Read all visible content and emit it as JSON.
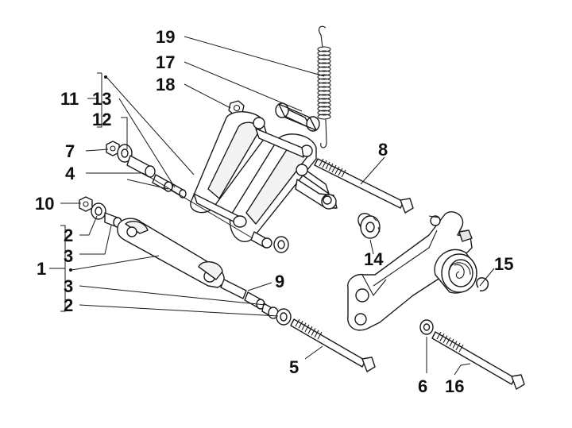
{
  "diagram": {
    "callouts": [
      "1",
      "2",
      "3",
      "4",
      "5",
      "6",
      "7",
      "8",
      "9",
      "10",
      "11",
      "12",
      "13",
      "14",
      "15",
      "16",
      "17",
      "18",
      "19"
    ],
    "group_left_1": [
      "2",
      "3",
      "3",
      "2"
    ],
    "group_left_11": [
      "13",
      "12"
    ]
  },
  "labels": {
    "l19": "19",
    "l17": "17",
    "l18": "18",
    "l11": "11",
    "l13": "13",
    "l12": "12",
    "l7": "7",
    "l4": "4",
    "l8": "8",
    "l10": "10",
    "l2a": "2",
    "l3a": "3",
    "l1": "1",
    "l3b": "3",
    "l2b": "2",
    "l9": "9",
    "l14": "14",
    "l15": "15",
    "l5": "5",
    "l6": "6",
    "l16": "16"
  }
}
